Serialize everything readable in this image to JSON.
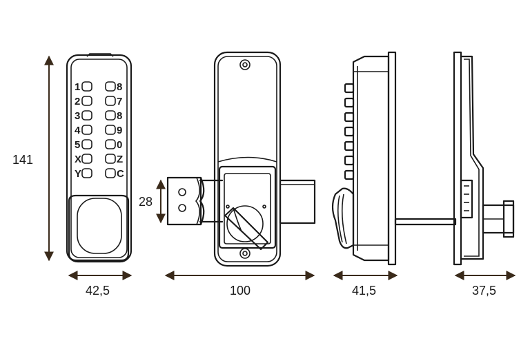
{
  "dimensions": {
    "height": "141",
    "front_width": "42,5",
    "back_width": "100",
    "latch_height": "28",
    "side_depth": "41,5",
    "inner_depth": "37,5"
  },
  "keypad": {
    "left": [
      "1",
      "2",
      "3",
      "4",
      "5",
      "X",
      "Y"
    ],
    "right": [
      "8",
      "7",
      "8",
      "9",
      "0",
      "Z",
      "C"
    ]
  }
}
